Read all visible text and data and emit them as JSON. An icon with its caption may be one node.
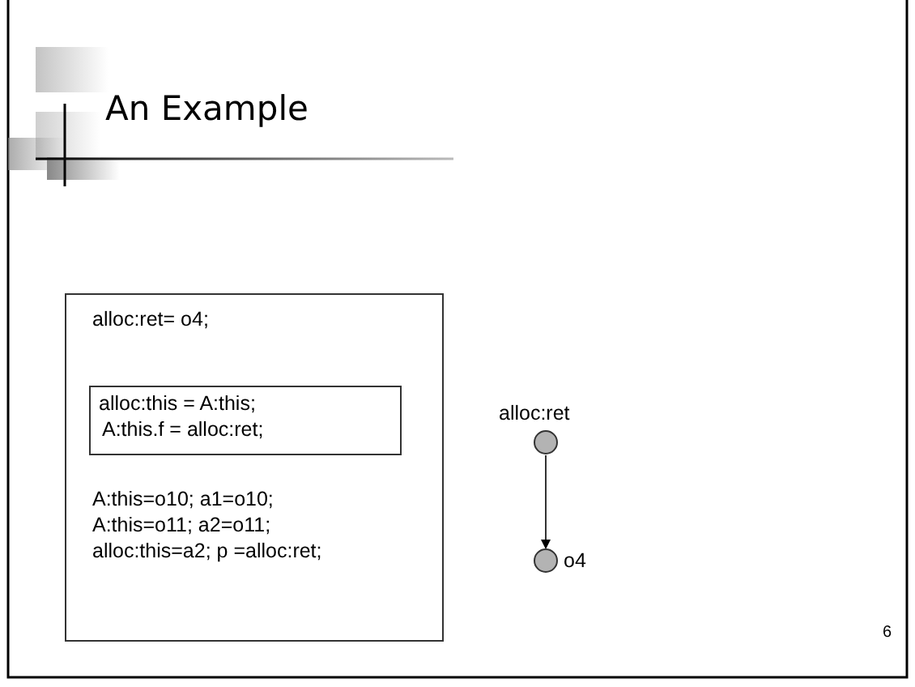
{
  "diagram": {
    "title": "An Example",
    "nodes": [
      {
        "text": [
          "alloc:ret= o4;",
          "A:this=o10; a1=o10;",
          "A:this=o11; a2=o11;",
          "alloc:this=a2; p =alloc:ret;"
        ]
      },
      {
        "text": [
          "alloc:this = A:this;",
          "A:this.f = alloc:ret;"
        ],
        "in": 0
      },
      {
        "text": [
          "alloc:ret"
        ]
      },
      {
        "text": [
          "o4"
        ]
      }
    ],
    "edges": [
      {
        "from": 2,
        "to": 3,
        "arrow": "to"
      }
    ],
    "labels": [
      "6"
    ]
  }
}
